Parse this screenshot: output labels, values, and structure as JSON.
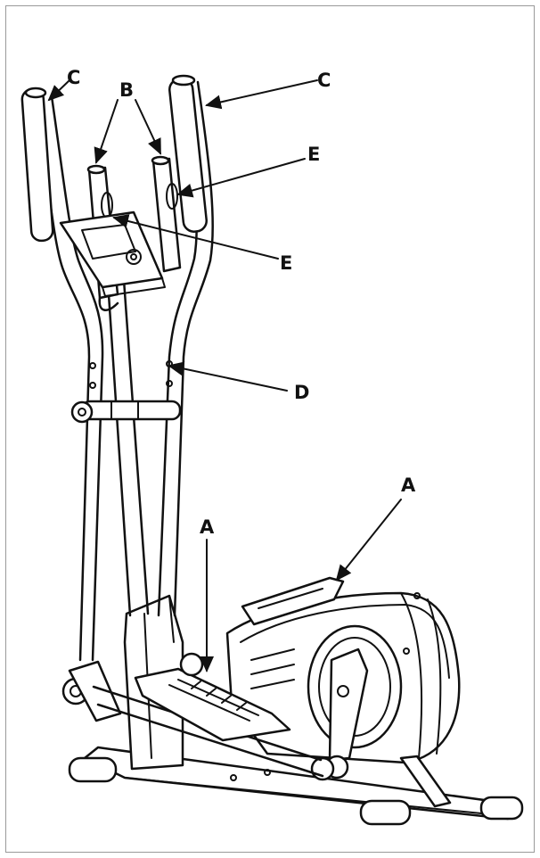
{
  "diagram": {
    "callouts": [
      {
        "id": "c-left",
        "text": "C"
      },
      {
        "id": "c-right",
        "text": "C"
      },
      {
        "id": "b",
        "text": "B"
      },
      {
        "id": "e-top",
        "text": "E"
      },
      {
        "id": "e-mid",
        "text": "E"
      },
      {
        "id": "d",
        "text": "D"
      },
      {
        "id": "a-right",
        "text": "A"
      },
      {
        "id": "a-left",
        "text": "A"
      }
    ]
  }
}
